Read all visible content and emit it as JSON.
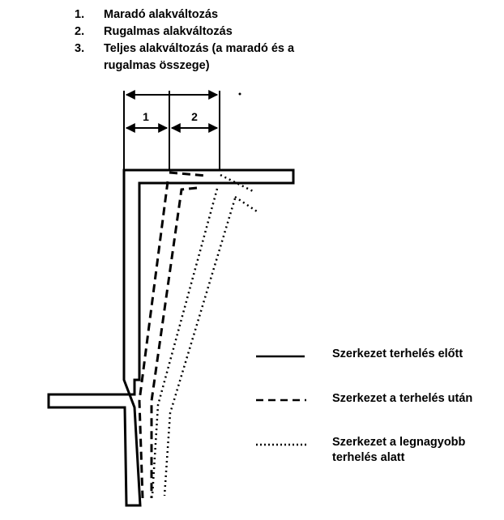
{
  "list": [
    {
      "num": "1.",
      "text": "Maradó alakváltozás"
    },
    {
      "num": "2.",
      "text": "Rugalmas alakváltozás"
    },
    {
      "num": "3.",
      "text": "Teljes alakváltozás (a maradó és a rugalmas összege)"
    }
  ],
  "dimensions": {
    "label1": "1",
    "label2": "2"
  },
  "legend": [
    {
      "label": "Szerkezet terhelés előtt",
      "style": "solid"
    },
    {
      "label": "Szerkezet a terhelés után",
      "style": "dashed"
    },
    {
      "label": "Szerkezet a legnagyobb terhelés alatt",
      "style": "dotted"
    }
  ]
}
